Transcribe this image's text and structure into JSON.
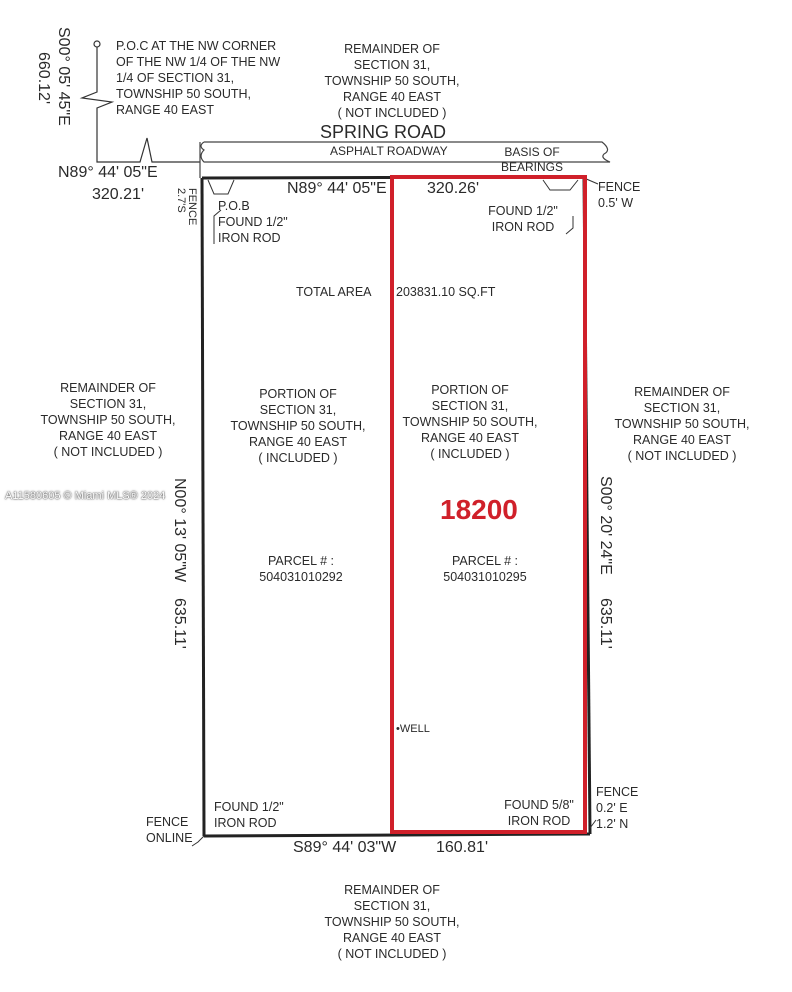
{
  "poc": [
    "P.O.C AT THE NW CORNER",
    "OF THE NW 1/4 OF THE NW",
    "1/4 OF SECTION 31,",
    "TOWNSHIP 50 SOUTH,",
    "RANGE 40 EAST"
  ],
  "poc_line_bearing": "S00° 05' 45\"E",
  "poc_line_distance": "660.12'",
  "remainder_north": [
    "REMAINDER OF",
    "SECTION 31,",
    "TOWNSHIP 50 SOUTH,",
    "RANGE 40 EAST",
    "( NOT INCLUDED )"
  ],
  "remainder_west": [
    "REMAINDER OF",
    "SECTION 31,",
    "TOWNSHIP 50 SOUTH,",
    "RANGE 40 EAST",
    "( NOT INCLUDED )"
  ],
  "remainder_east": [
    "REMAINDER OF",
    "SECTION 31,",
    "TOWNSHIP 50 SOUTH,",
    "RANGE 40 EAST",
    "( NOT INCLUDED )"
  ],
  "remainder_south": [
    "REMAINDER OF",
    "SECTION 31,",
    "TOWNSHIP 50 SOUTH,",
    "RANGE 40 EAST",
    "( NOT INCLUDED )"
  ],
  "road": {
    "name": "SPRING ROAD",
    "surface": "ASPHALT ROADWAY",
    "basis": [
      "BASIS OF",
      "BEARINGS"
    ]
  },
  "north_line_outer": {
    "bearing": "N89° 44' 05\"E",
    "distance": "320.21'"
  },
  "north_line": {
    "bearing": "N89° 44' 05\"E",
    "distance": "320.26'"
  },
  "fence_nw": [
    "FENCE",
    "2.7'S"
  ],
  "fence_ne": [
    "FENCE",
    "0.5' W"
  ],
  "pob": [
    "P.O.B",
    "FOUND 1/2\"",
    "IRON ROD"
  ],
  "found_ne": [
    "FOUND 1/2\"",
    "IRON ROD"
  ],
  "total_area_label": "TOTAL AREA",
  "total_area_value": "203831.10 SQ.FT",
  "portion_west": [
    "PORTION OF",
    "SECTION 31,",
    "TOWNSHIP 50 SOUTH,",
    "RANGE 40 EAST",
    "( INCLUDED )"
  ],
  "portion_east": [
    "PORTION OF",
    "SECTION 31,",
    "TOWNSHIP 50 SOUTH,",
    "RANGE 40 EAST",
    "( INCLUDED )"
  ],
  "highlight_label": "18200",
  "parcel_west": {
    "label": "PARCEL # :",
    "number": "504031010292"
  },
  "parcel_east": {
    "label": "PARCEL # :",
    "number": "504031010295"
  },
  "west_line": {
    "bearing": "N00° 13' 05\"W",
    "distance": "635.11'"
  },
  "east_line": {
    "bearing": "S00° 20' 24\"E",
    "distance": "635.11'"
  },
  "well": "•WELL",
  "found_sw": [
    "FOUND 1/2\"",
    "IRON ROD"
  ],
  "fence_sw": [
    "FENCE",
    "ONLINE"
  ],
  "found_se": [
    "FOUND 5/8\"",
    "IRON ROD"
  ],
  "fence_se": [
    "FENCE",
    "0.2' E",
    "1.2' N"
  ],
  "south_line": {
    "bearing": "S89° 44' 03\"W",
    "distance": "160.81'"
  },
  "watermark": "A11580605 © Miami MLS® 2024",
  "colors": {
    "highlight": "#d0202a",
    "line": "#222222"
  }
}
